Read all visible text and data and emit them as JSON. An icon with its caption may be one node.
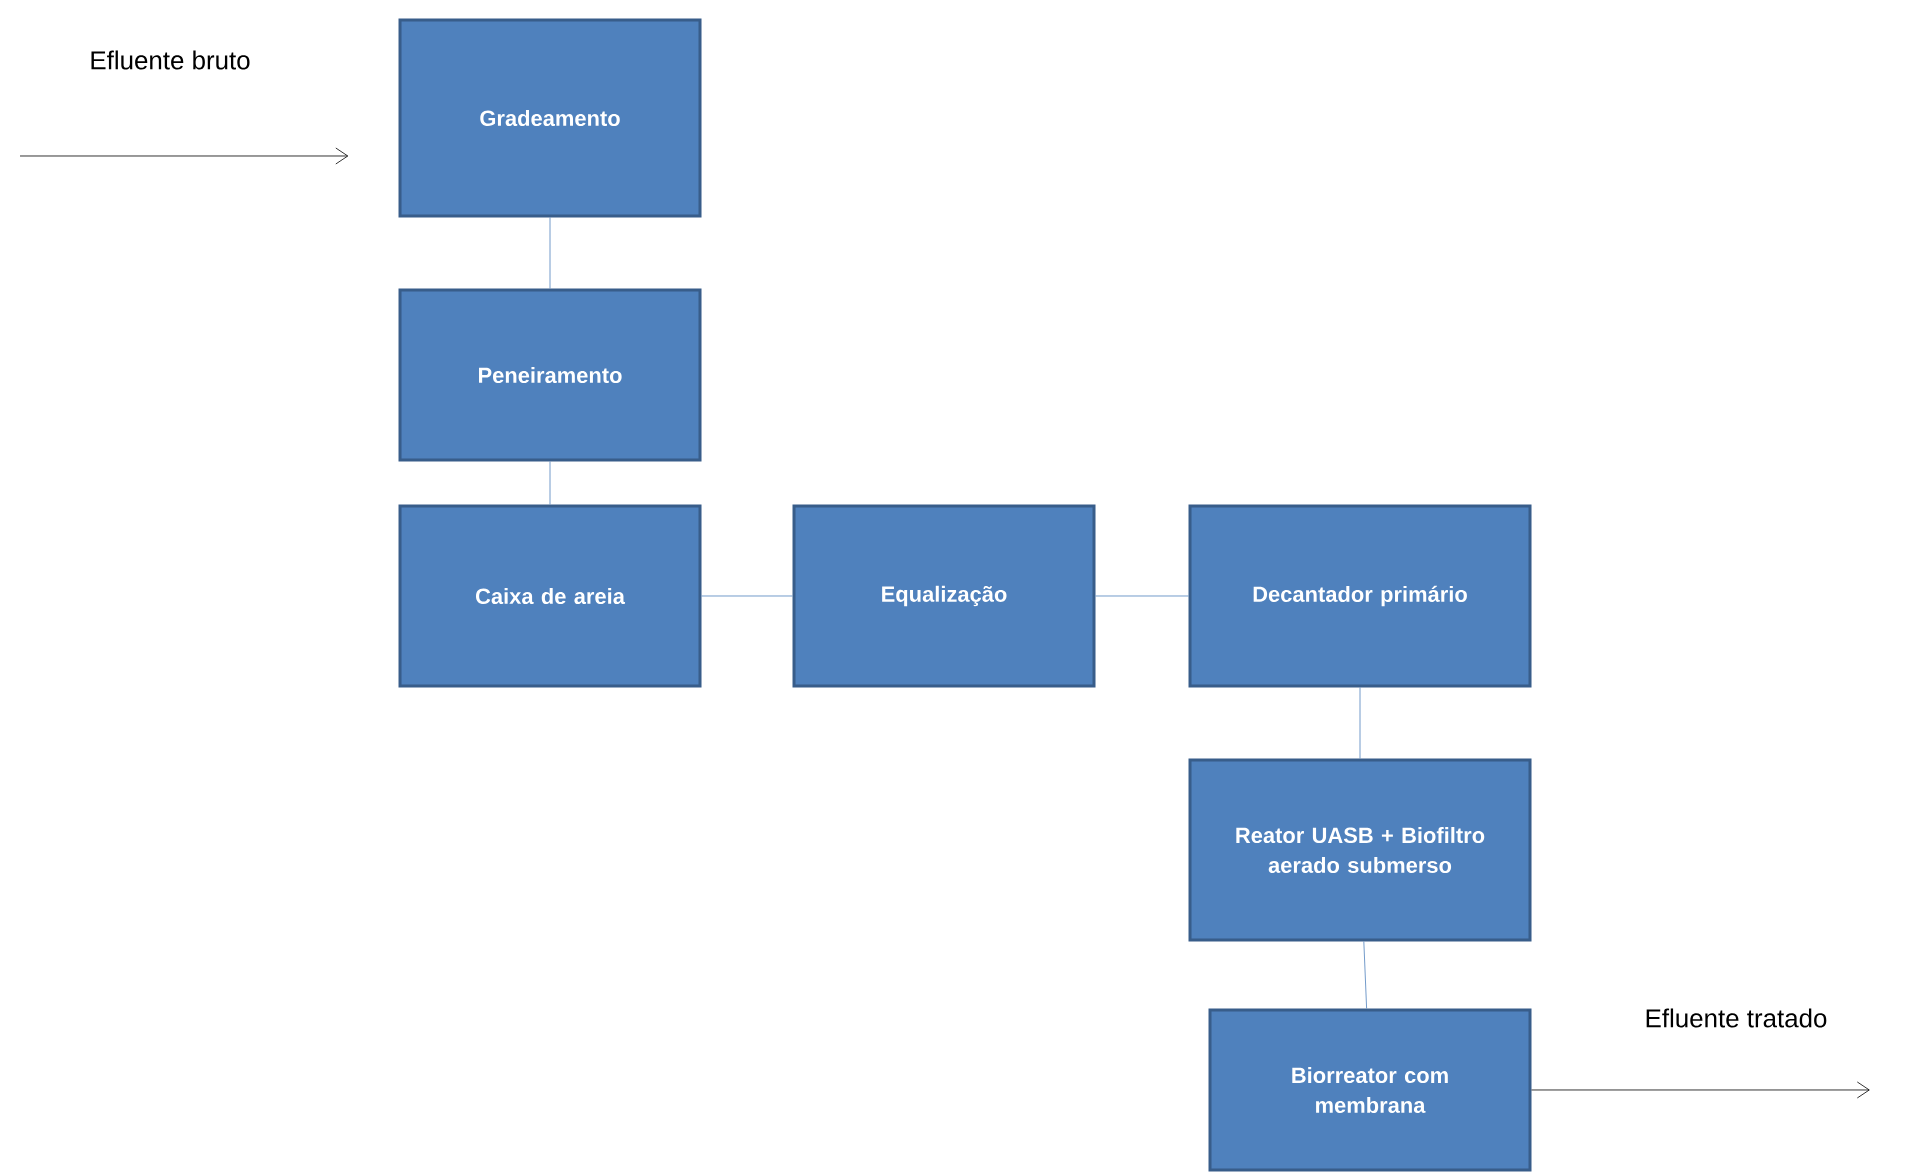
{
  "diagram": {
    "nodes": [
      {
        "text": [
          "Gradeamento"
        ]
      },
      {
        "text": [
          "Peneiramento"
        ]
      },
      {
        "text": [
          "Caixa de areia"
        ]
      },
      {
        "text": [
          "Equalização"
        ]
      },
      {
        "text": [
          "Decantador primário"
        ]
      },
      {
        "text": [
          "Reator UASB + Biofiltro aerado submerso"
        ]
      },
      {
        "text": [
          "Biorreator com membrana"
        ]
      }
    ],
    "edges": [
      {
        "from": null,
        "to": 0,
        "arrow": "to",
        "label": "Efluente bruto",
        "color": "#000000"
      },
      {
        "from": 0,
        "to": 1,
        "arrow": "none"
      },
      {
        "from": 1,
        "to": 2,
        "arrow": "none"
      },
      {
        "from": 2,
        "to": 3,
        "arrow": "none"
      },
      {
        "from": 3,
        "to": 4,
        "arrow": "none"
      },
      {
        "from": 4,
        "to": 5,
        "arrow": "none"
      },
      {
        "from": 5,
        "to": 6,
        "arrow": "none"
      },
      {
        "from": 6,
        "to": null,
        "arrow": "to",
        "label": "Efluente tratado",
        "color": "#000000"
      }
    ]
  }
}
